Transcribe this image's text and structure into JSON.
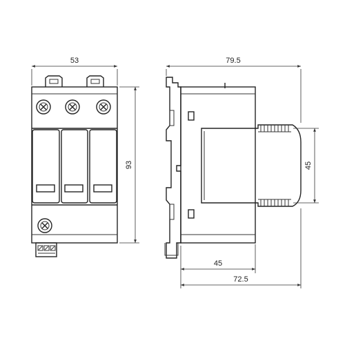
{
  "dimensions": {
    "front_width": "53",
    "front_height": "93",
    "side_overall_width": "79.5",
    "side_module_height": "45",
    "side_base_depth": "45",
    "side_rail_depth": "72.5"
  },
  "colors": {
    "line": "#222222",
    "dimension": "#333333",
    "background": "#ffffff"
  },
  "icons": {
    "terminal_screw": "screw-x-icon",
    "din_clip": "din-clip-icon"
  }
}
